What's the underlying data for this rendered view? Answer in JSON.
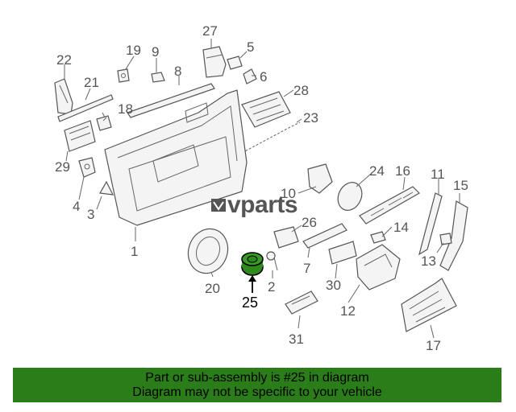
{
  "callouts": {
    "c1": "1",
    "c2": "2",
    "c3": "3",
    "c4": "4",
    "c5": "5",
    "c6": "6",
    "c7": "7",
    "c8": "8",
    "c9": "9",
    "c10": "10",
    "c11": "11",
    "c12": "12",
    "c13": "13",
    "c14": "14",
    "c15": "15",
    "c16": "16",
    "c17": "17",
    "c18": "18",
    "c19": "19",
    "c20": "20",
    "c21": "21",
    "c22": "22",
    "c23": "23",
    "c24": "24",
    "c25": "25",
    "c26": "26",
    "c27": "27",
    "c28": "28",
    "c29": "29",
    "c30": "30",
    "c31": "31"
  },
  "highlighted_part": "25",
  "highlight_color": "#2e8a1d",
  "watermark": {
    "text": "vparts"
  },
  "footer": {
    "line1": "Part or sub-assembly is #25 in diagram",
    "line2": "Diagram may not be specific to your vehicle",
    "background": "#2a7d18"
  }
}
